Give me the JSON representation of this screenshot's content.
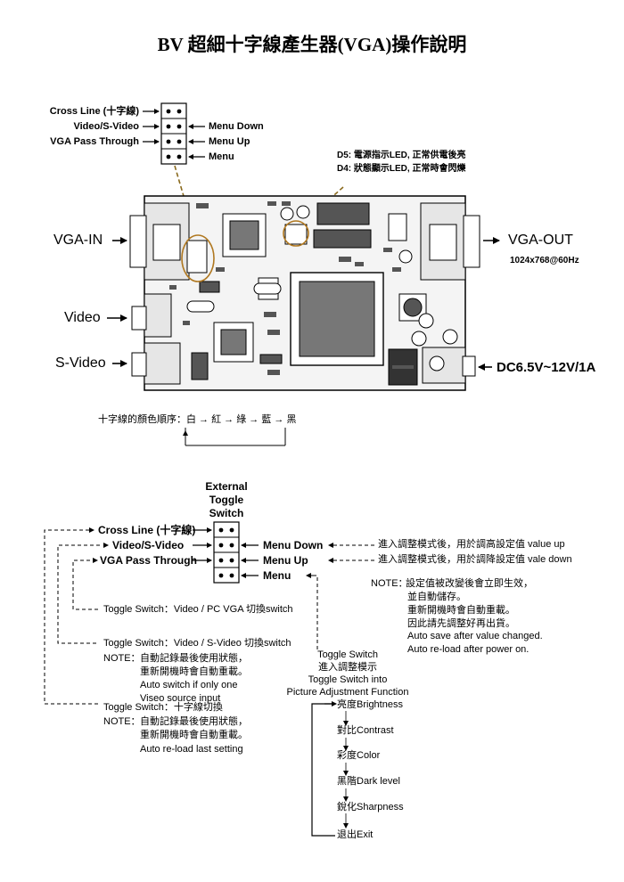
{
  "title": "BV 超細十字線產生器(VGA)操作說明",
  "top_jumper": {
    "left": [
      "Cross Line (十字線)",
      "Video/S-Video",
      "VGA Pass Through"
    ],
    "right": [
      "Menu Down",
      "Menu Up",
      "Menu"
    ]
  },
  "leds": {
    "d5": "D5: 電源指示LED, 正常供電後亮",
    "d4": "D4: 狀態顯示LED, 正常時會閃爍"
  },
  "board": {
    "vga_in": "VGA-IN",
    "vga_out": "VGA-OUT",
    "resolution": "1024x768@60Hz",
    "video": "Video",
    "svideo": "S-Video",
    "dc": "DC6.5V~12V/1A"
  },
  "color_order": {
    "label": "十字線的顏色順序：",
    "sequence": [
      "白",
      "紅",
      "綠",
      "藍",
      "黑"
    ]
  },
  "switch_block": {
    "header": [
      "External",
      "Toggle",
      "Switch"
    ],
    "left": [
      "Cross Line (十字線)",
      "Video/S-Video",
      "VGA Pass Through"
    ],
    "right": [
      "Menu Down",
      "Menu Up",
      "Menu"
    ],
    "right_notes": [
      "進入調整模式後，用於調高設定值 value up",
      "進入調整模式後，用於調降設定值 vale down"
    ]
  },
  "menu_note": {
    "label": "NOTE：",
    "lines": [
      "設定值被改變後會立即生效，",
      "並自動儲存。",
      "重新開機時會自動重載。",
      "因此請先調整好再出貨。"
    ],
    "english": [
      "Auto save after value changed.",
      "Auto re-load after power on."
    ]
  },
  "vga_toggle": "Toggle Switch：Video / PC VGA 切換switch",
  "video_toggle": {
    "title": "Toggle Switch：Video / S-Video 切換switch",
    "note_label": "NOTE：",
    "note_lines": [
      "自動記錄最後使用狀態，",
      "重新開機時會自動重載。"
    ],
    "english": [
      "Auto switch if only one",
      "Viseo source input"
    ]
  },
  "cross_toggle": {
    "title": "Toggle Switch：十字線切換",
    "note_label": "NOTE：",
    "note_lines": [
      "自動記錄最後使用狀態，",
      "重新開機時會自動重載。"
    ],
    "english": "Auto re-load last setting"
  },
  "menu_flow": {
    "header": [
      "Toggle Switch",
      "進入調整模示",
      "Toggle Switch into",
      "Picture Adjustment Function"
    ],
    "items": [
      "亮度Brightness",
      "對比Contrast",
      "彩度Color",
      "黑階Dark level",
      "銳化Sharpness",
      "退出Exit"
    ]
  }
}
